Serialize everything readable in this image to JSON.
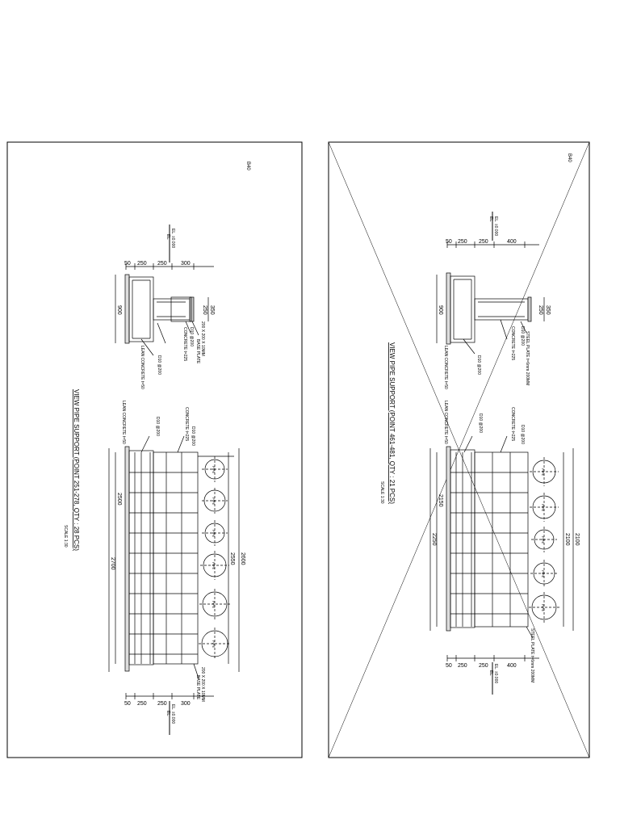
{
  "sheets": [
    {
      "view_title": "VIEW PIPE SUPPORT (POINT 251-278, QTY : 28 PCS)",
      "scale": "SCALE 1:30",
      "corner_label": "B40",
      "section": {
        "dims_top": [
          "50",
          "250",
          "250",
          "300"
        ],
        "dim_height": "900",
        "dims_col": [
          "350",
          "250"
        ],
        "level": "EL. ±0.000",
        "level_sub": "EL.",
        "labels": [
          "LEAN CONCRETE t=50",
          "D10 @200",
          "CONCRETE t=225",
          "D10 @200",
          "BASE PLATE",
          "200 X 200 X 10MM"
        ]
      },
      "elevation": {
        "dims_top": [
          "50",
          "250",
          "250",
          "300"
        ],
        "dim_total": "2700",
        "dim_inner": "2500",
        "dim_right_1": "2550",
        "dim_right_2": "2600",
        "level": "EL. ±0.000",
        "level_sub": "EL.",
        "pipe_label": "PIPE",
        "labels": [
          "LEAN CONCRETE t=50",
          "D10 @200",
          "CONCRETE t=225",
          "D10 @200",
          "BASE PLATE",
          "200 X 200 X 10MM"
        ]
      }
    },
    {
      "view_title": "VIEW PIPE SUPPORT (POINT 461-481, QTY : 21 PCS)",
      "scale": "SCALE 1:30",
      "corner_label": "B40",
      "section": {
        "dims_top": [
          "50",
          "250",
          "250",
          "400"
        ],
        "dim_height": "900",
        "dims_col": [
          "350",
          "250"
        ],
        "level": "EL. ±0.000",
        "level_sub": "EL.",
        "labels": [
          "LEAN CONCRETE t=50",
          "D10 @200",
          "CONCRETE t=225",
          "D10 @200",
          "STEEL PLATE t=6mm 200MM"
        ]
      },
      "elevation": {
        "dims_top": [
          "50",
          "250",
          "250",
          "400"
        ],
        "dim_total": "2250",
        "dim_inner": "2150",
        "dim_right_1": "2100",
        "dim_right_2": "2100",
        "level": "EL. ±0.000",
        "level_sub": "EL.",
        "pipe_label": "PIPE",
        "labels": [
          "LEAN CONCRETE t=50",
          "D10 @200",
          "CONCRETE t=225",
          "D10 @200",
          "STEEL PLATE t=6mm 200MM"
        ]
      }
    }
  ]
}
